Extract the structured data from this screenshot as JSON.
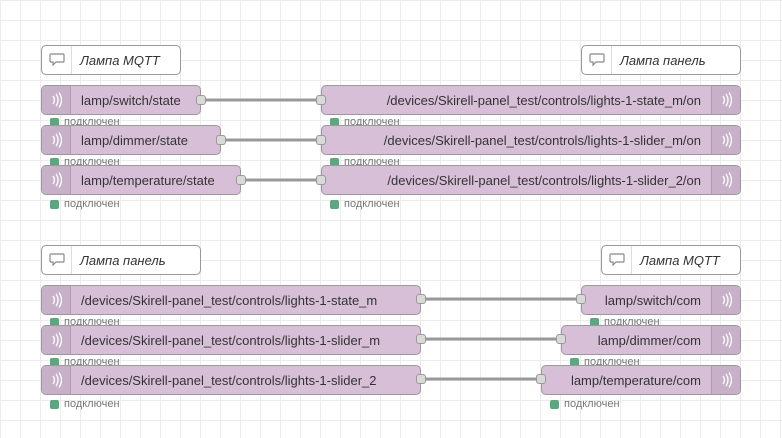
{
  "colors": {
    "node_fill": "#d8bfd8",
    "status_green": "#5ba77f",
    "wire": "#999999"
  },
  "icons": {
    "comment": "speech-bubble-icon",
    "mqtt": "mqtt-signal-icon"
  },
  "comments": {
    "c1": "Лампа MQTT",
    "c2": "Лампа панель",
    "c3": "Лампа панель",
    "c4": "Лампа MQTT"
  },
  "nodes": {
    "in1": "lamp/switch/state",
    "in2": "lamp/dimmer/state",
    "in3": "lamp/temperature/state",
    "out1": "/devices/Skirell-panel_test/controls/lights-1-state_m/on",
    "out2": "/devices/Skirell-panel_test/controls/lights-1-slider_m/on",
    "out3": "/devices/Skirell-panel_test/controls/lights-1-slider_2/on",
    "in4": "/devices/Skirell-panel_test/controls/lights-1-state_m",
    "in5": "/devices/Skirell-panel_test/controls/lights-1-slider_m",
    "in6": "/devices/Skirell-panel_test/controls/lights-1-slider_2",
    "out4": "lamp/switch/com",
    "out5": "lamp/dimmer/com",
    "out6": "lamp/temperature/com"
  },
  "status": {
    "s1": "подключен",
    "s2": "подключен",
    "s3": "подключен",
    "s4": "подключен",
    "s5": "подключен",
    "s6": "подключен",
    "s7": "подключен",
    "s8": "подключен",
    "s9": "подключен",
    "s10": "подключен",
    "s11": "подключен",
    "s12": "подключен"
  }
}
